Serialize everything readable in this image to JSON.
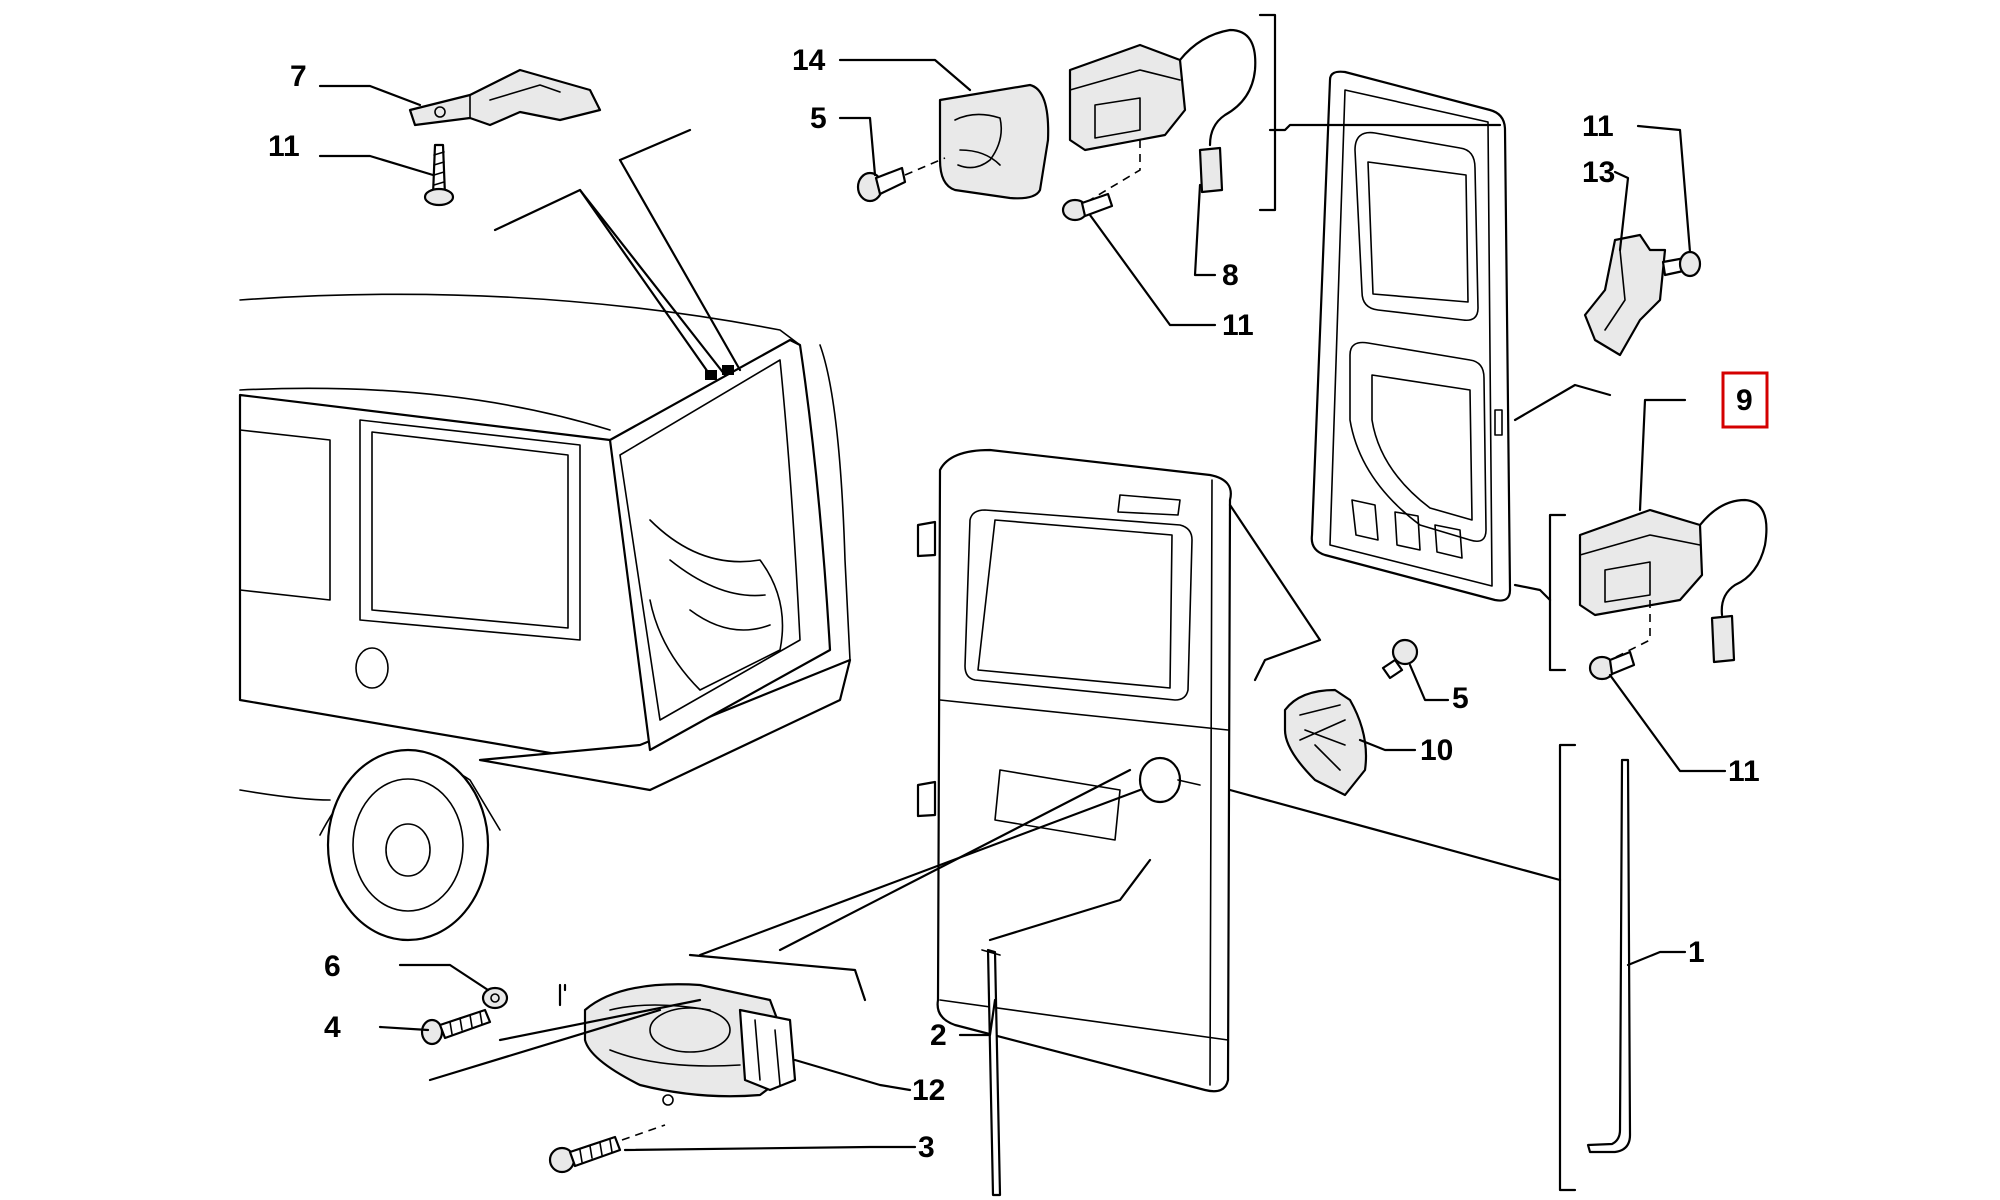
{
  "diagram": {
    "highlight_color": "#d40000",
    "callouts": {
      "c1": "1",
      "c2": "2",
      "c3": "3",
      "c4": "4",
      "c5a": "5",
      "c5b": "5",
      "c6": "6",
      "c7": "7",
      "c8": "8",
      "c9": "9",
      "c10": "10",
      "c11a": "11",
      "c11b": "11",
      "c11c": "11",
      "c11d": "11",
      "c12": "12",
      "c13": "13",
      "c14": "14"
    }
  }
}
